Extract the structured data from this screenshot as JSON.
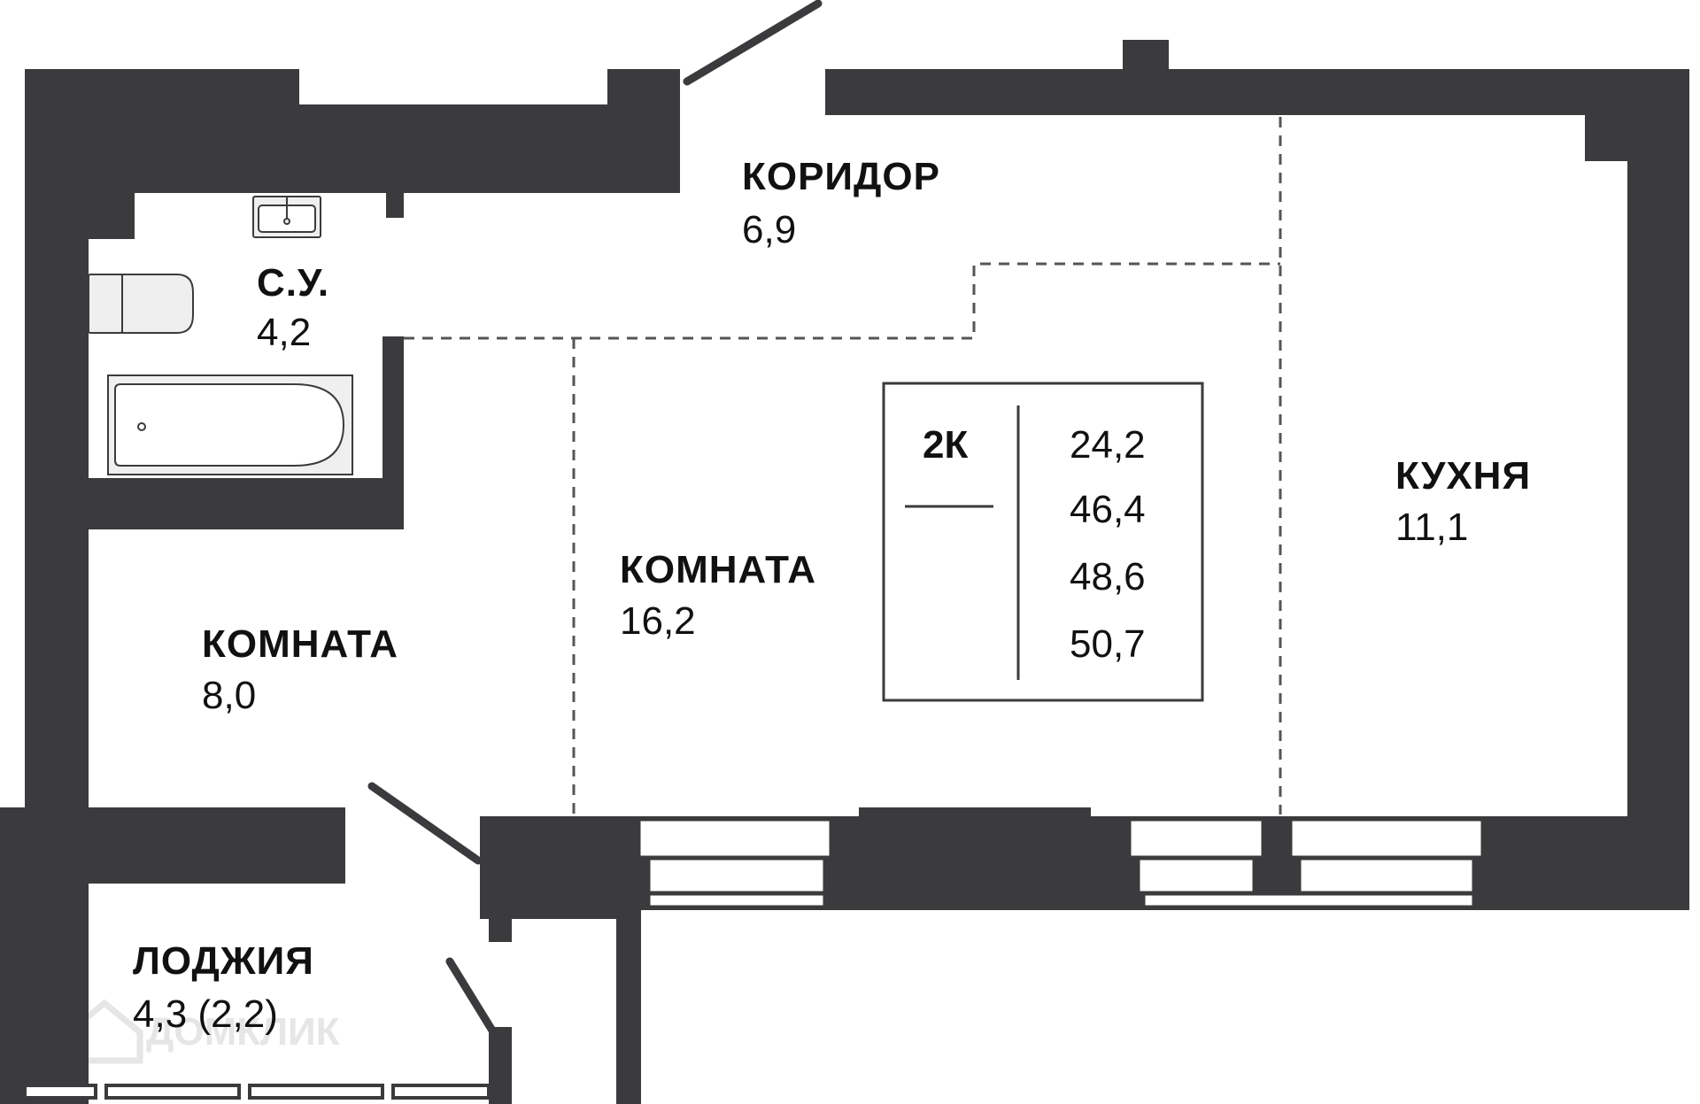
{
  "colors": {
    "wall": "#3b3b3d",
    "background": "#ffffff",
    "text": "#111111",
    "dashed": "#555555",
    "fixture_fill": "#efefef",
    "fixture_stroke": "#3b3b3d"
  },
  "rooms": {
    "corridor": {
      "name": "КОРИДОР",
      "area": "6,9"
    },
    "bathroom": {
      "name": "С.У.",
      "area": "4,2"
    },
    "kitchen": {
      "name": "КУХНЯ",
      "area": "11,1"
    },
    "room_large": {
      "name": "КОМНАТА",
      "area": "16,2"
    },
    "room_small": {
      "name": "КОМНАТА",
      "area": "8,0"
    },
    "loggia": {
      "name": "ЛОДЖИЯ",
      "area": "4,3 (2,2)"
    }
  },
  "legend": {
    "type": "2К",
    "values": [
      "24,2",
      "46,4",
      "48,6",
      "50,7"
    ]
  },
  "watermark": {
    "icon": "house-icon",
    "text": "ДОМКЛИК"
  }
}
